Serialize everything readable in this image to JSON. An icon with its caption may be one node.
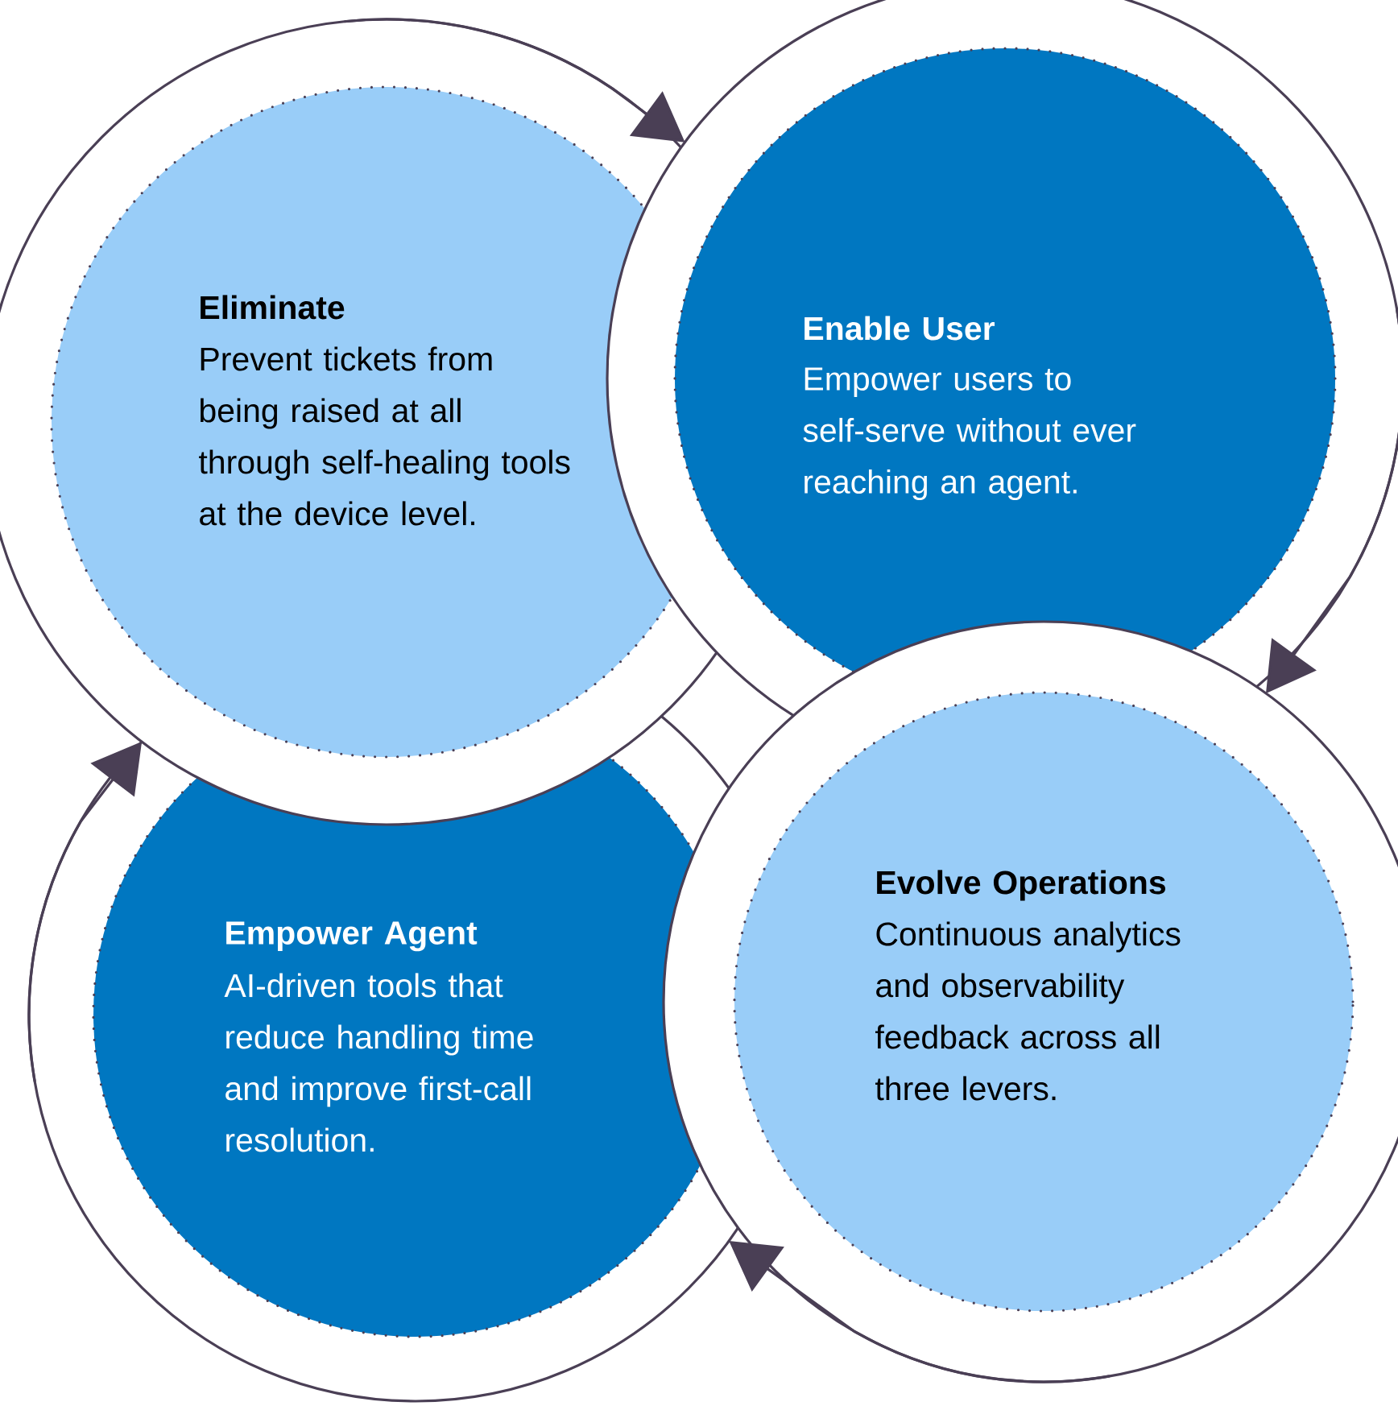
{
  "diagram": {
    "nodes": [
      {
        "text": [
          "Eliminate",
          "Prevent tickets from being raised at all through self-healing tools at the device level."
        ]
      },
      {
        "text": [
          "Enable User",
          "Empower users to self-serve without ever reaching an agent."
        ]
      },
      {
        "text": [
          "Evolve Operations",
          "Continuous analytics and observability feedback across all three levers."
        ]
      },
      {
        "text": [
          "Empower Agent",
          "AI-driven tools that reduce handling time and improve first-call resolution."
        ]
      }
    ],
    "edges": [
      {
        "from": 0,
        "to": 1,
        "arrow": "to"
      },
      {
        "from": 1,
        "to": 2,
        "arrow": "to"
      },
      {
        "from": 2,
        "to": 3,
        "arrow": "to"
      },
      {
        "from": 3,
        "to": 0,
        "arrow": "to"
      }
    ]
  }
}
